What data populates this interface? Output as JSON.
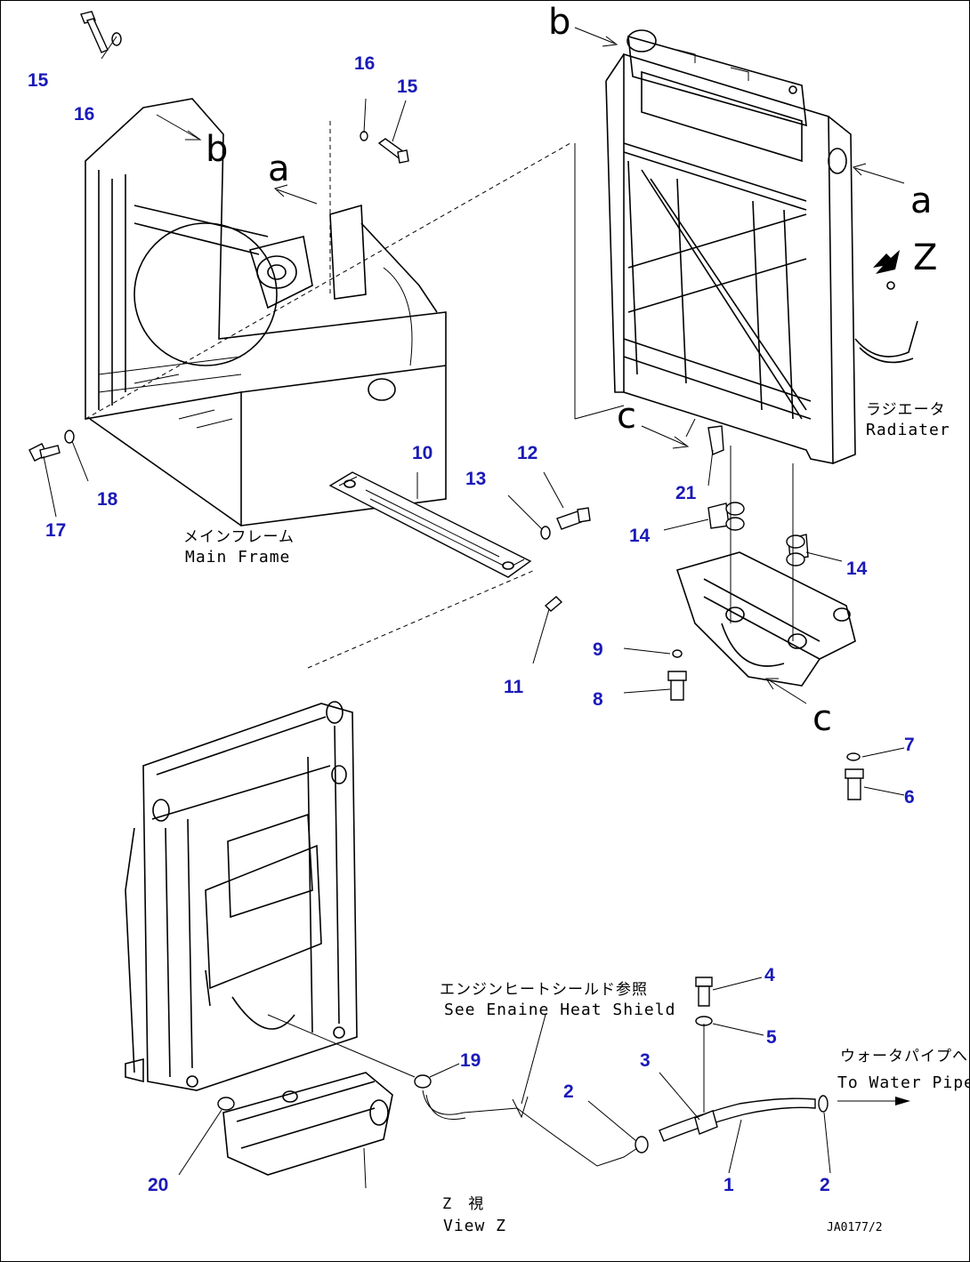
{
  "callouts": [
    {
      "id": "c15a",
      "text": "15"
    },
    {
      "id": "c16a",
      "text": "16"
    },
    {
      "id": "c16b",
      "text": "16"
    },
    {
      "id": "c15b",
      "text": "15"
    },
    {
      "id": "c10",
      "text": "10"
    },
    {
      "id": "c12",
      "text": "12"
    },
    {
      "id": "c13",
      "text": "13"
    },
    {
      "id": "c18",
      "text": "18"
    },
    {
      "id": "c17",
      "text": "17"
    },
    {
      "id": "c21",
      "text": "21"
    },
    {
      "id": "c14a",
      "text": "14"
    },
    {
      "id": "c14b",
      "text": "14"
    },
    {
      "id": "c9",
      "text": "9"
    },
    {
      "id": "c8",
      "text": "8"
    },
    {
      "id": "c11",
      "text": "11"
    },
    {
      "id": "c7",
      "text": "7"
    },
    {
      "id": "c6",
      "text": "6"
    },
    {
      "id": "c4",
      "text": "4"
    },
    {
      "id": "c5",
      "text": "5"
    },
    {
      "id": "c3",
      "text": "3"
    },
    {
      "id": "c19",
      "text": "19"
    },
    {
      "id": "c2a",
      "text": "2"
    },
    {
      "id": "c20",
      "text": "20"
    },
    {
      "id": "c1",
      "text": "1"
    },
    {
      "id": "c2b",
      "text": "2"
    }
  ],
  "view_markers": {
    "b_top": "b",
    "b_left": "b",
    "a_left": "a",
    "a_right": "a",
    "z": "Z",
    "c_top": "c",
    "c_bottom": "c"
  },
  "labels": {
    "radiator_jp": "ラジエータ",
    "radiator_en": "Radiater",
    "main_frame_jp": "メインフレーム",
    "main_frame_en": "Main Frame",
    "heat_shield_jp": "エンジンヒートシールド参照",
    "heat_shield_en": "See Enaine Heat Shield",
    "water_pipe_jp": "ウォータパイプへ",
    "water_pipe_en": "To Water Pipe",
    "view_z_jp": "Z　視",
    "view_z_en": "View Z",
    "drawing_no": "JA0177/2"
  },
  "colors": {
    "callout": "#1a1ab8",
    "line": "#000000",
    "background": "#ffffff"
  }
}
